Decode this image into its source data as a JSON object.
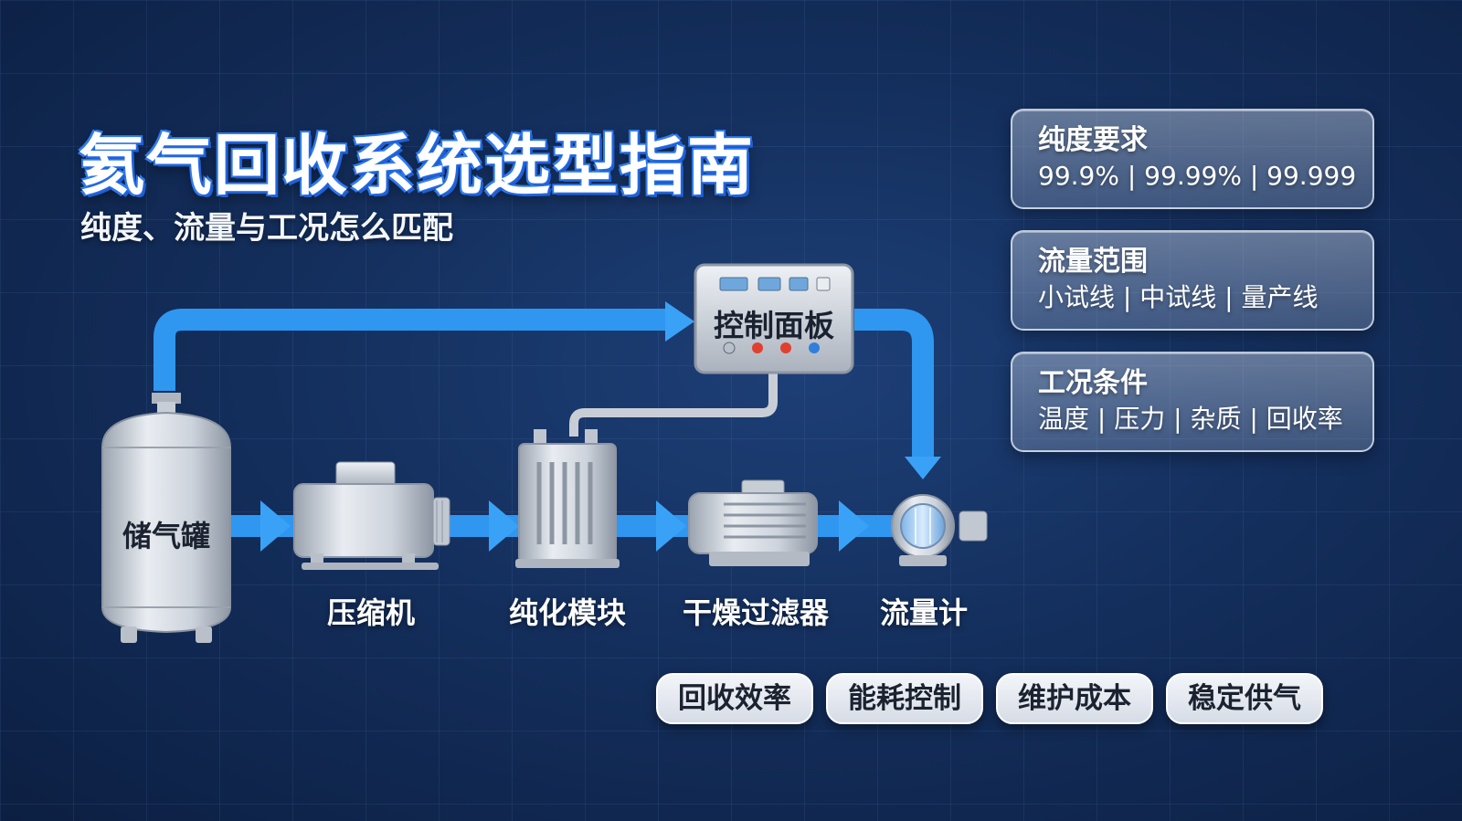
{
  "header": {
    "title": "氦气回收系统选型指南",
    "subtitle": "纯度、流量与工况怎么匹配"
  },
  "flow": {
    "tank": "储气罐",
    "control_panel": "控制面板",
    "steps": [
      "压缩机",
      "纯化模块",
      "干燥过滤器",
      "流量计"
    ]
  },
  "cards": [
    {
      "title": "纯度要求",
      "values": "99.9% | 99.99% | 99.999"
    },
    {
      "title": "流量范围",
      "values": "小试线 | 中试线 | 量产线"
    },
    {
      "title": "工况条件",
      "values": "温度 | 压力 | 杂质 | 回收率"
    }
  ],
  "pills": [
    "回收效率",
    "能耗控制",
    "维护成本",
    "稳定供气"
  ],
  "colors": {
    "pipe": "#2f97f0",
    "pipe_highlight": "#6fc0ff",
    "equipment": "#cfd4dc",
    "title_outline": "#2f78ef"
  }
}
